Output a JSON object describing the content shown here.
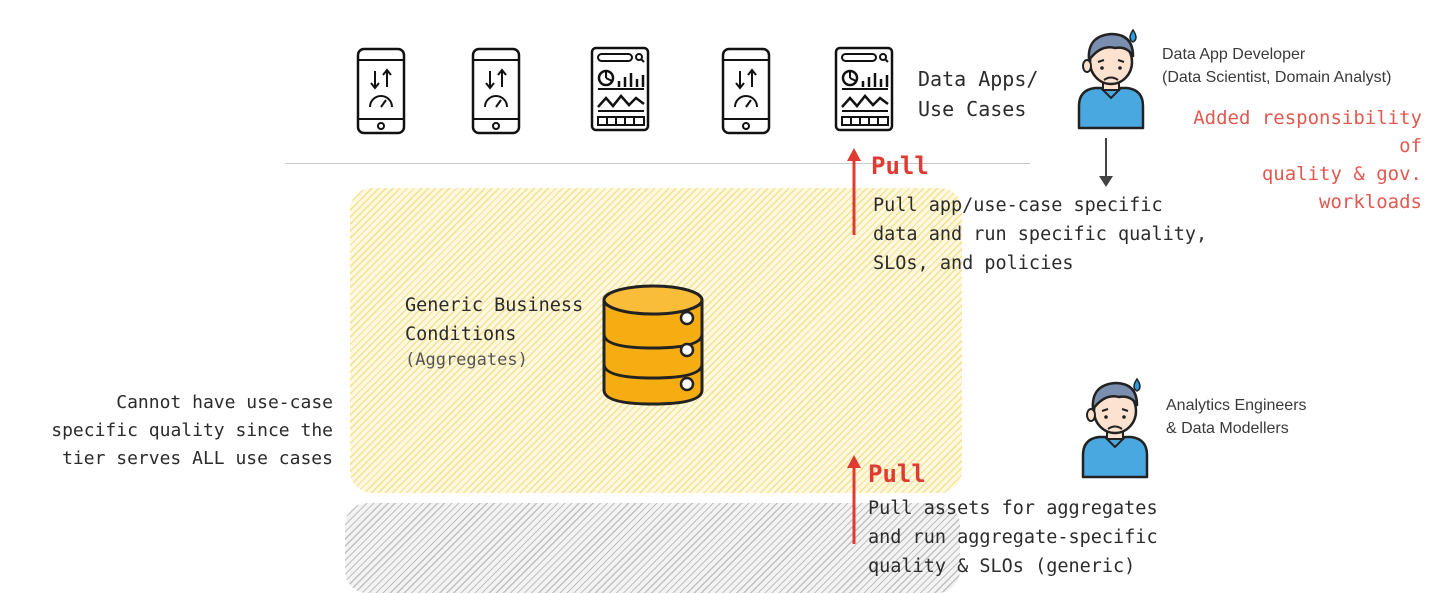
{
  "apps": {
    "label_line1": "Data Apps/",
    "label_line2": "Use Cases",
    "icons": [
      "mobile-app-icon",
      "mobile-app-icon",
      "dashboard-app-icon",
      "mobile-app-icon",
      "dashboard-app-icon"
    ]
  },
  "developer": {
    "title": "Data App Developer",
    "subtitle": "(Data Scientist, Domain Analyst)",
    "note_line1": "Added responsibility of",
    "note_line2": "quality & gov. workloads"
  },
  "pull_top": {
    "title": "Pull",
    "line1": "Pull app/use-case specific",
    "line2": "data and run specific quality,",
    "line3": "SLOs, and policies"
  },
  "aggregates": {
    "line1": "Generic Business",
    "line2": "Conditions",
    "sub": "(Aggregates)"
  },
  "left_note": {
    "line1": "Cannot have use-case",
    "line2": "specific quality since the",
    "line3": "tier serves ALL use cases"
  },
  "engineers": {
    "line1": "Analytics Engineers",
    "line2": "& Data Modellers"
  },
  "pull_bottom": {
    "title": "Pull",
    "line1": "Pull assets for aggregates",
    "line2": "and run aggregate-specific",
    "line3": "quality & SLOs (generic)"
  },
  "colors": {
    "accent_red": "#e03b33",
    "note_red": "#e05a50",
    "tier_yellow": "#eecd50",
    "db_orange": "#f6ad12",
    "person_blue": "#4aa8e0"
  }
}
